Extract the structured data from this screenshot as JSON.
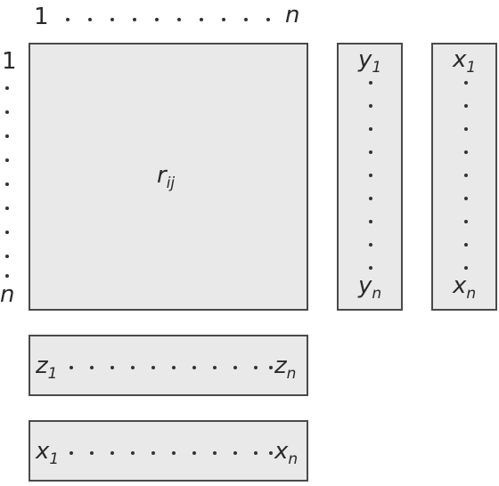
{
  "top_index": {
    "start": "1",
    "end": "n"
  },
  "left_index": {
    "start": "1",
    "end": "n"
  },
  "matrix": {
    "symbol": "r",
    "subscript": "ij"
  },
  "column_y": {
    "first_base": "y",
    "first_sub": "1",
    "last_base": "y",
    "last_sub": "n"
  },
  "column_x": {
    "first_base": "x",
    "first_sub": "1",
    "last_base": "x",
    "last_sub": "n"
  },
  "row_z": {
    "first_base": "z",
    "first_sub": "1",
    "last_base": "z",
    "last_sub": "n"
  },
  "row_x": {
    "first_base": "x",
    "first_sub": "1",
    "last_base": "x",
    "last_sub": "n"
  },
  "colors": {
    "fill": "#e9e9e9",
    "border": "#4a4a4a"
  }
}
